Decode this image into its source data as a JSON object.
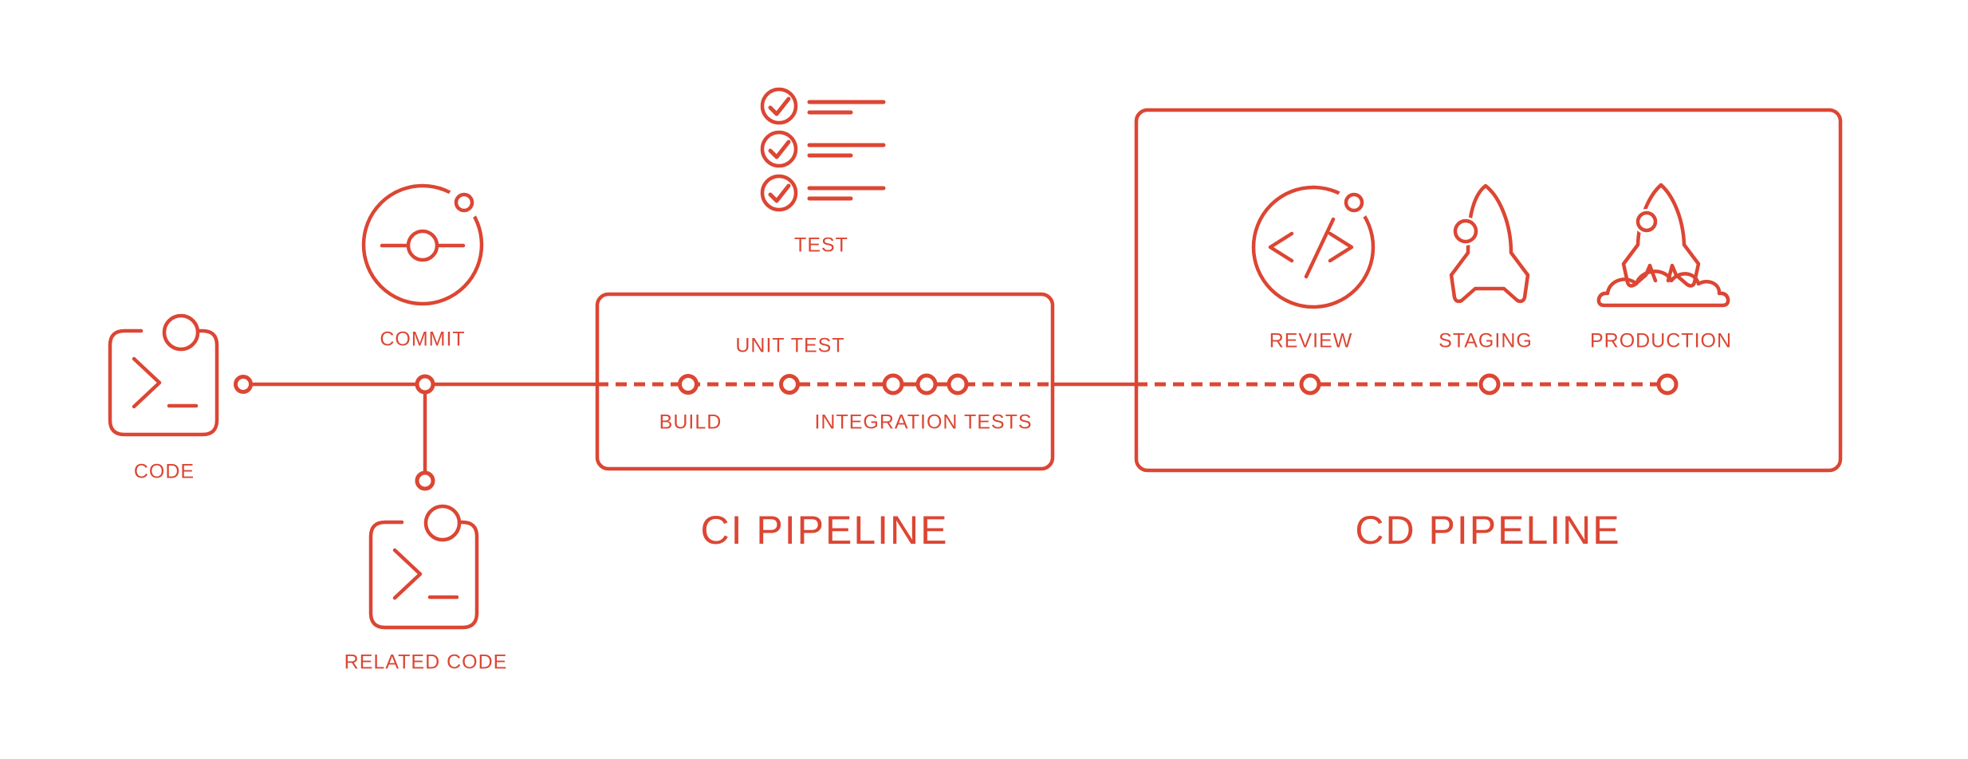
{
  "colors": {
    "accent": "#DC4633",
    "background": "#FFFFFF"
  },
  "source_flow": {
    "code_label": "CODE",
    "commit_label": "COMMIT",
    "related_code_label": "RELATED CODE",
    "icons": [
      "terminal-code-icon",
      "git-commit-icon",
      "terminal-code-icon"
    ]
  },
  "ci_pipeline": {
    "title": "CI PIPELINE",
    "test_label": "TEST",
    "test_icon": "checklist-icon",
    "stages": {
      "build_label": "BUILD",
      "unit_test_label": "UNIT TEST",
      "integration_tests_label": "INTEGRATION TESTS"
    }
  },
  "cd_pipeline": {
    "title": "CD PIPELINE",
    "stages": {
      "review_label": "REVIEW",
      "staging_label": "STAGING",
      "production_label": "PRODUCTION"
    },
    "icons": [
      "code-review-icon",
      "rocket-icon",
      "rocket-launch-icon"
    ]
  }
}
